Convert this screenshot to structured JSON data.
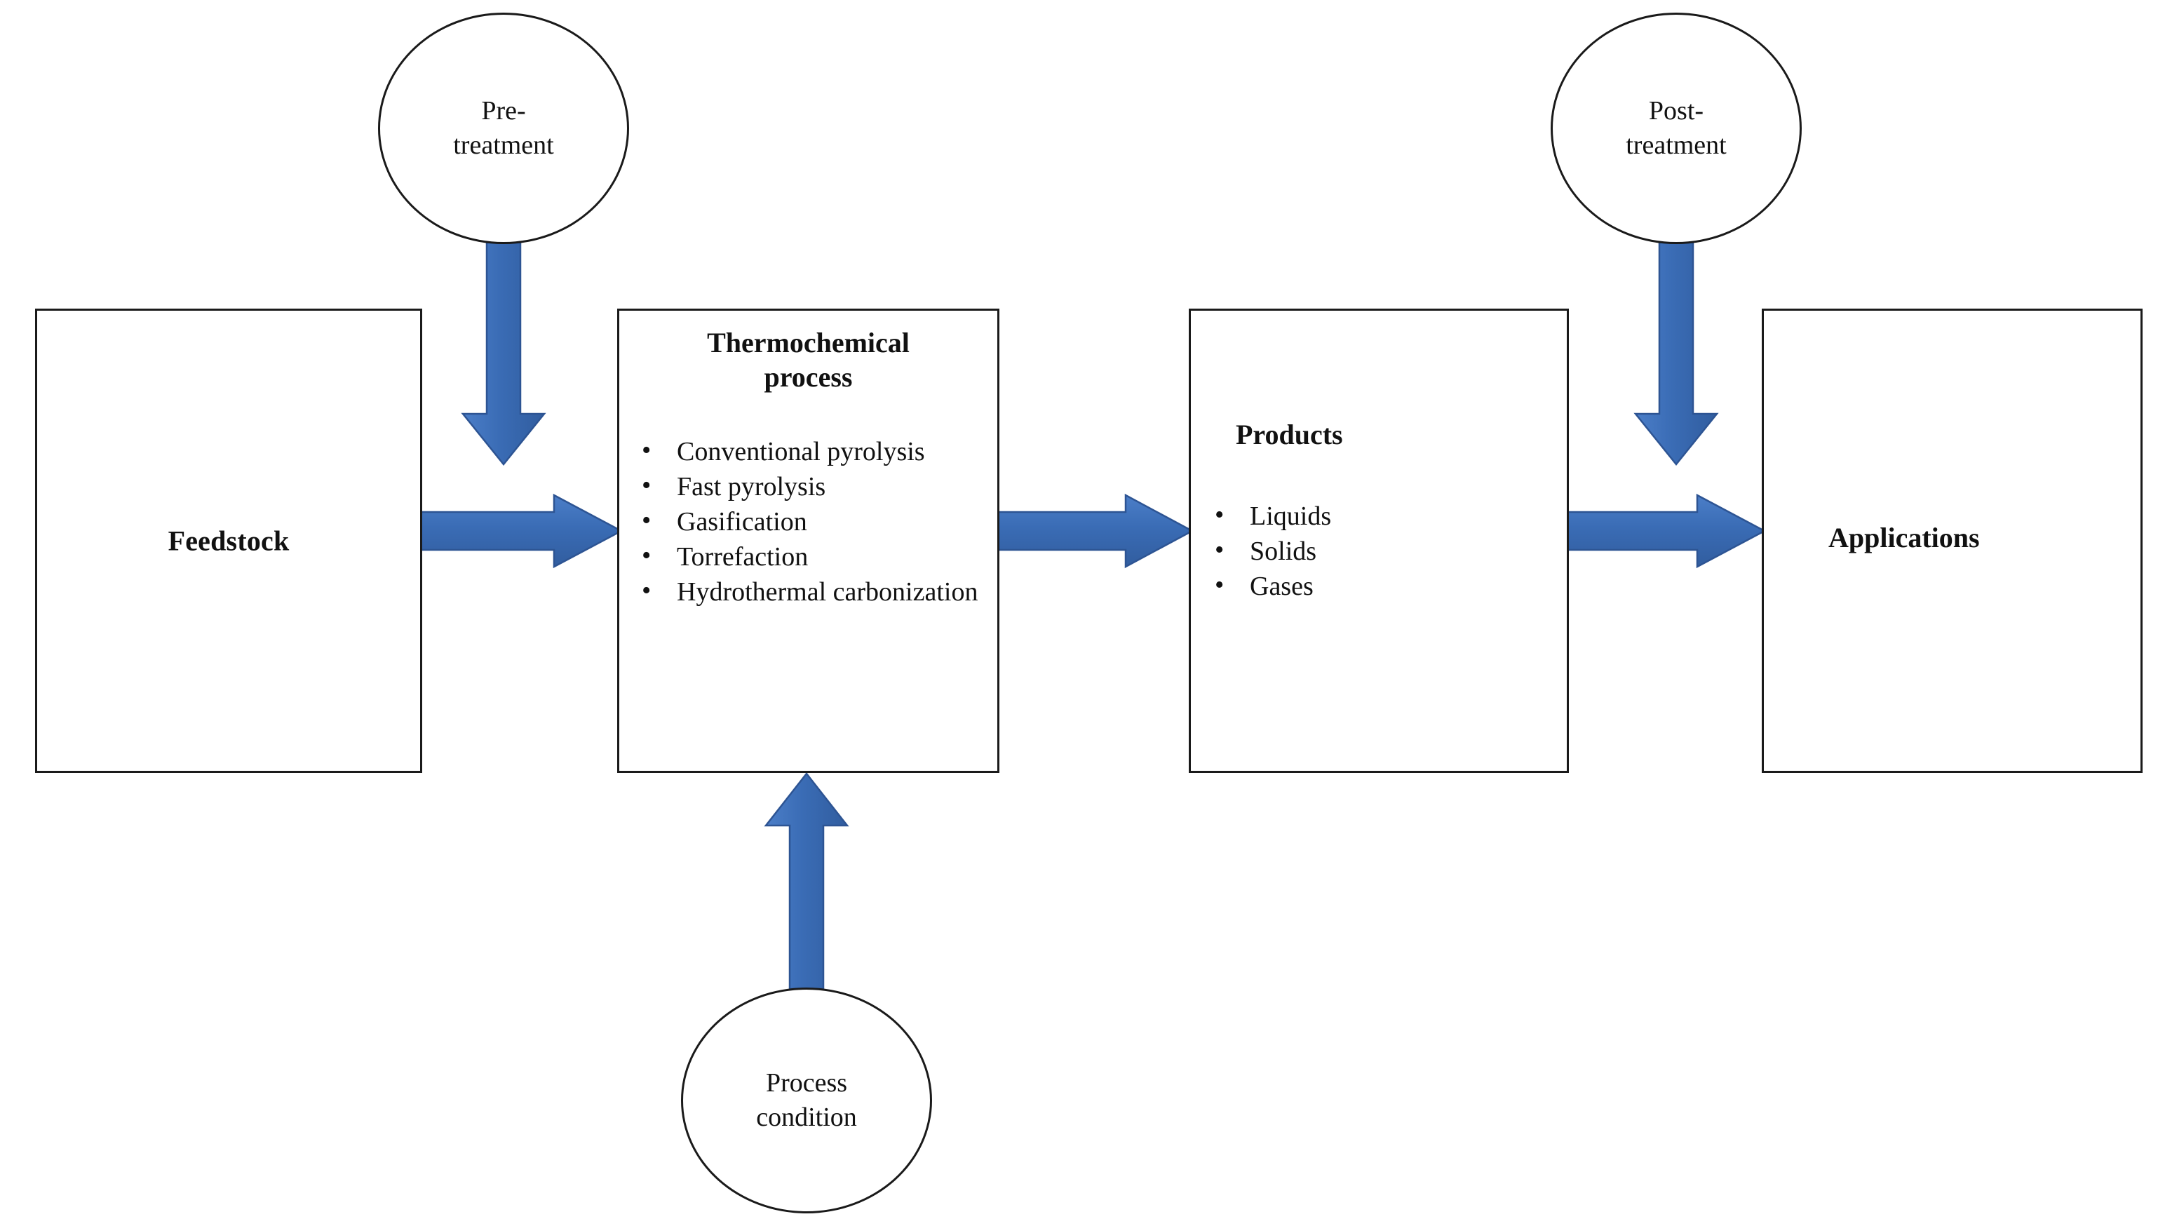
{
  "diagram": {
    "title": "Thermochemical conversion process flow",
    "type": "flowchart",
    "background_color": "#ffffff",
    "arrow_color": "#3a6cb5",
    "arrow_outline_color": "#2d5493",
    "node_border_color": "#1a1a1a"
  },
  "nodes": {
    "feedstock": {
      "label": "Feedstock"
    },
    "thermochemical": {
      "title_line1": "Thermochemical",
      "title_line2": "process",
      "items": [
        "Conventional pyrolysis",
        "Fast pyrolysis",
        "Gasification",
        "Torrefaction",
        "Hydrothermal carbonization"
      ]
    },
    "products": {
      "title": "Products",
      "items": [
        "Liquids",
        "Solids",
        "Gases"
      ]
    },
    "applications": {
      "label": "Applications"
    },
    "pre_treatment": {
      "line1": "Pre-",
      "line2": "treatment"
    },
    "post_treatment": {
      "line1": "Post-",
      "line2": "treatment"
    },
    "process_condition": {
      "line1": "Process",
      "line2": "condition"
    }
  },
  "connections": [
    {
      "name": "feedstock-to-thermochemical",
      "from": "feedstock",
      "to": "thermochemical",
      "direction": "right"
    },
    {
      "name": "thermochemical-to-products",
      "from": "thermochemical",
      "to": "products",
      "direction": "right"
    },
    {
      "name": "products-to-applications",
      "from": "products",
      "to": "applications",
      "direction": "right"
    },
    {
      "name": "pretreatment-to-thermochemical",
      "from": "pre_treatment",
      "to": "thermochemical",
      "direction": "down"
    },
    {
      "name": "posttreatment-to-applications",
      "from": "post_treatment",
      "to": "applications",
      "direction": "down"
    },
    {
      "name": "processcondition-to-thermochemical",
      "from": "process_condition",
      "to": "thermochemical",
      "direction": "up"
    }
  ]
}
